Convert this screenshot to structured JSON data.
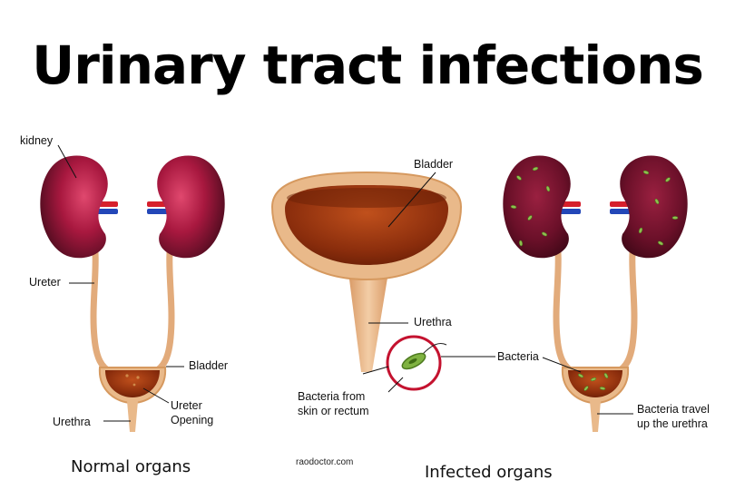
{
  "title": "Urinary tract infections",
  "labels": {
    "kidney": "kidney",
    "ureter": "Ureter",
    "bladder_left": "Bladder",
    "ureter_opening_1": "Ureter",
    "ureter_opening_2": "Opening",
    "urethra_left": "Urethra",
    "bladder_center": "Bladder",
    "urethra_center": "Urethra",
    "bacteria_from_1": "Bacteria from",
    "bacteria_from_2": "skin or rectum",
    "bacteria_right": "Bacteria",
    "bacteria_travel_1": "Bacteria travel",
    "bacteria_travel_2": "up the urethra"
  },
  "captions": {
    "normal": "Normal organs",
    "infected": "Infected organs"
  },
  "credit": "raodoctor.com",
  "colors": {
    "kidney_dark": "#5a0f25",
    "kidney_light": "#d6385e",
    "tube": "#e9b98a",
    "bladder_inner": "#8a2d0c",
    "artery": "#d61f2c",
    "vein": "#2347b8",
    "bacteria": "#7fb241",
    "magnifier_ring": "#c4122f"
  }
}
